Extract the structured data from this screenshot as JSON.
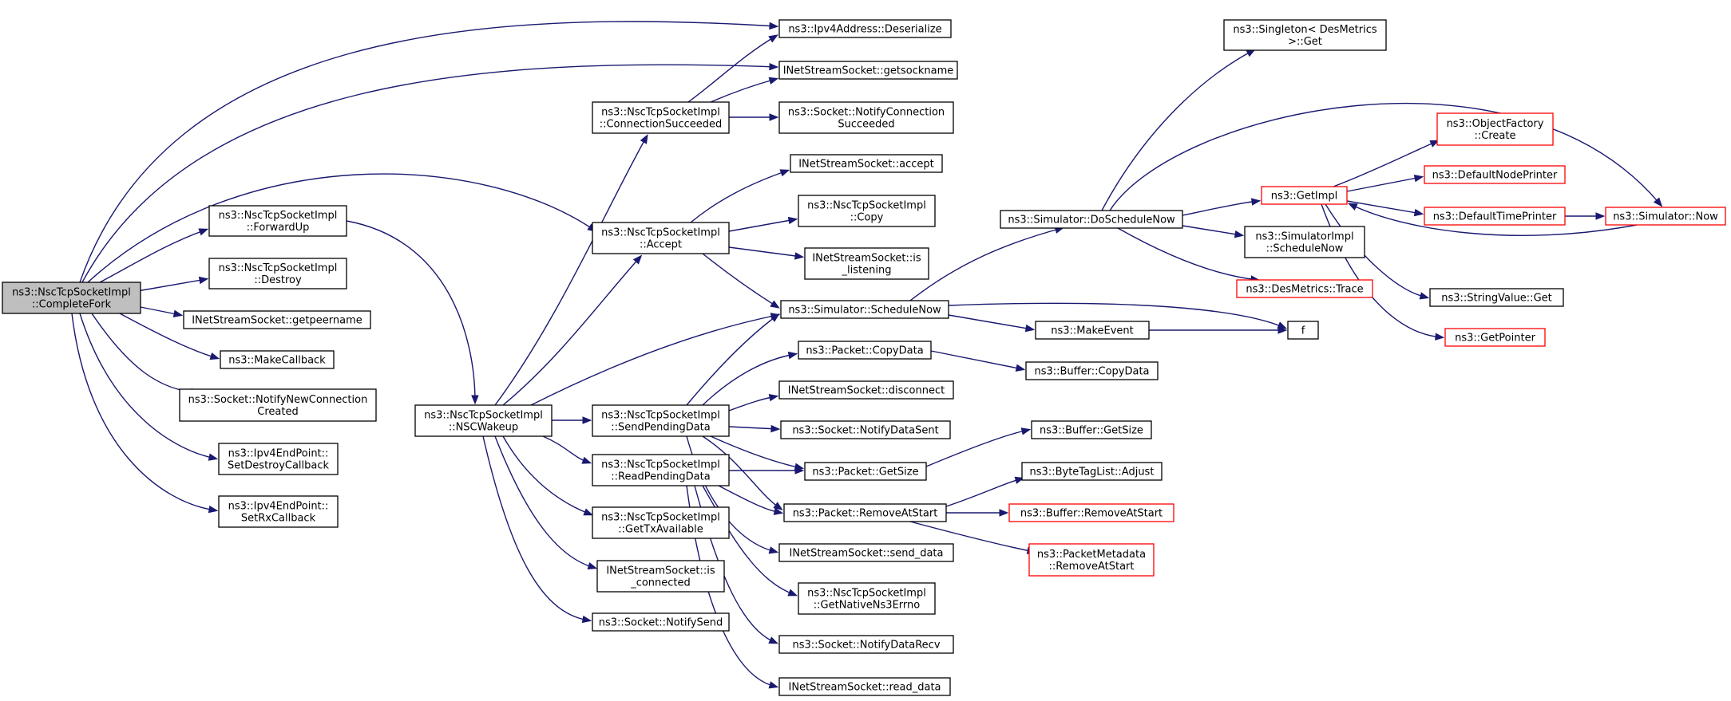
{
  "graph": {
    "colors": {
      "edge": "#191970",
      "border": "#000000",
      "root_fill": "#bfbfbf",
      "truncated_border": "#ff0000"
    },
    "nodes": [
      {
        "id": "completefork",
        "lines": [
          "ns3::NscTcpSocketImpl",
          "::CompleteFork"
        ],
        "root": true
      },
      {
        "id": "forwardup",
        "lines": [
          "ns3::NscTcpSocketImpl",
          "::ForwardUp"
        ]
      },
      {
        "id": "destroy",
        "lines": [
          "ns3::NscTcpSocketImpl",
          "::Destroy"
        ]
      },
      {
        "id": "getpeername",
        "lines": [
          "INetStreamSocket::getpeername"
        ]
      },
      {
        "id": "makecallback",
        "lines": [
          "ns3::MakeCallback"
        ]
      },
      {
        "id": "notifynewconn",
        "lines": [
          "ns3::Socket::NotifyNewConnection",
          "Created"
        ]
      },
      {
        "id": "setdestroycb",
        "lines": [
          "ns3::Ipv4EndPoint::",
          "SetDestroyCallback"
        ]
      },
      {
        "id": "setrxcb",
        "lines": [
          "ns3::Ipv4EndPoint::",
          "SetRxCallback"
        ]
      },
      {
        "id": "nscwakeup",
        "lines": [
          "ns3::NscTcpSocketImpl",
          "::NSCWakeup"
        ]
      },
      {
        "id": "connsucceeded",
        "lines": [
          "ns3::NscTcpSocketImpl",
          "::ConnectionSucceeded"
        ]
      },
      {
        "id": "accept",
        "lines": [
          "ns3::NscTcpSocketImpl",
          "::Accept"
        ]
      },
      {
        "id": "sendpending",
        "lines": [
          "ns3::NscTcpSocketImpl",
          "::SendPendingData"
        ]
      },
      {
        "id": "readpending",
        "lines": [
          "ns3::NscTcpSocketImpl",
          "::ReadPendingData"
        ]
      },
      {
        "id": "gettxavail",
        "lines": [
          "ns3::NscTcpSocketImpl",
          "::GetTxAvailable"
        ]
      },
      {
        "id": "isconnected",
        "lines": [
          "INetStreamSocket::is",
          "_connected"
        ]
      },
      {
        "id": "notifysend",
        "lines": [
          "ns3::Socket::NotifySend"
        ]
      },
      {
        "id": "deserialize",
        "lines": [
          "ns3::Ipv4Address::Deserialize"
        ]
      },
      {
        "id": "getsockname",
        "lines": [
          "INetStreamSocket::getsockname"
        ]
      },
      {
        "id": "notifyconnsucc",
        "lines": [
          "ns3::Socket::NotifyConnection",
          "Succeeded"
        ]
      },
      {
        "id": "inetaccept",
        "lines": [
          "INetStreamSocket::accept"
        ]
      },
      {
        "id": "copy",
        "lines": [
          "ns3::NscTcpSocketImpl",
          "::Copy"
        ]
      },
      {
        "id": "islistening",
        "lines": [
          "INetStreamSocket::is",
          "_listening"
        ]
      },
      {
        "id": "schedulenow",
        "lines": [
          "ns3::Simulator::ScheduleNow"
        ]
      },
      {
        "id": "pktcopydata",
        "lines": [
          "ns3::Packet::CopyData"
        ]
      },
      {
        "id": "disconnect",
        "lines": [
          "INetStreamSocket::disconnect"
        ]
      },
      {
        "id": "notifydatasent",
        "lines": [
          "ns3::Socket::NotifyDataSent"
        ]
      },
      {
        "id": "pktgetsize",
        "lines": [
          "ns3::Packet::GetSize"
        ]
      },
      {
        "id": "pktremove",
        "lines": [
          "ns3::Packet::RemoveAtStart"
        ]
      },
      {
        "id": "senddata",
        "lines": [
          "INetStreamSocket::send_data"
        ]
      },
      {
        "id": "getnativeerrno",
        "lines": [
          "ns3::NscTcpSocketImpl",
          "::GetNativeNs3Errno"
        ]
      },
      {
        "id": "notifydatarecv",
        "lines": [
          "ns3::Socket::NotifyDataRecv"
        ]
      },
      {
        "id": "readdata",
        "lines": [
          "INetStreamSocket::read_data"
        ]
      },
      {
        "id": "doschedulenow",
        "lines": [
          "ns3::Simulator::DoScheduleNow"
        ]
      },
      {
        "id": "makeevent",
        "lines": [
          "ns3::MakeEvent"
        ]
      },
      {
        "id": "bufcopydata",
        "lines": [
          "ns3::Buffer::CopyData"
        ]
      },
      {
        "id": "bufgetsize",
        "lines": [
          "ns3::Buffer::GetSize"
        ]
      },
      {
        "id": "bytetagadjust",
        "lines": [
          "ns3::ByteTagList::Adjust"
        ]
      },
      {
        "id": "bufremove",
        "lines": [
          "ns3::Buffer::RemoveAtStart"
        ],
        "truncated": true
      },
      {
        "id": "pktmetaremove",
        "lines": [
          "ns3::PacketMetadata",
          "::RemoveAtStart"
        ],
        "truncated": true
      },
      {
        "id": "singletonget",
        "lines": [
          "ns3::Singleton< DesMetrics",
          ">::Get"
        ]
      },
      {
        "id": "simimplschedulenow",
        "lines": [
          "ns3::SimulatorImpl",
          "::ScheduleNow"
        ]
      },
      {
        "id": "desmetricstrace",
        "lines": [
          "ns3::DesMetrics::Trace"
        ],
        "truncated": true
      },
      {
        "id": "getimpl",
        "lines": [
          "ns3::GetImpl"
        ],
        "truncated": true
      },
      {
        "id": "f",
        "lines": [
          "f"
        ]
      },
      {
        "id": "objfactorycreate",
        "lines": [
          "ns3::ObjectFactory",
          "::Create"
        ],
        "truncated": true
      },
      {
        "id": "defnodeprinter",
        "lines": [
          "ns3::DefaultNodePrinter"
        ],
        "truncated": true
      },
      {
        "id": "deftimeprinter",
        "lines": [
          "ns3::DefaultTimePrinter"
        ],
        "truncated": true
      },
      {
        "id": "simnow",
        "lines": [
          "ns3::Simulator::Now"
        ],
        "truncated": true
      },
      {
        "id": "stringvalueget",
        "lines": [
          "ns3::StringValue::Get"
        ]
      },
      {
        "id": "getpointer",
        "lines": [
          "ns3::GetPointer"
        ],
        "truncated": true
      }
    ]
  }
}
